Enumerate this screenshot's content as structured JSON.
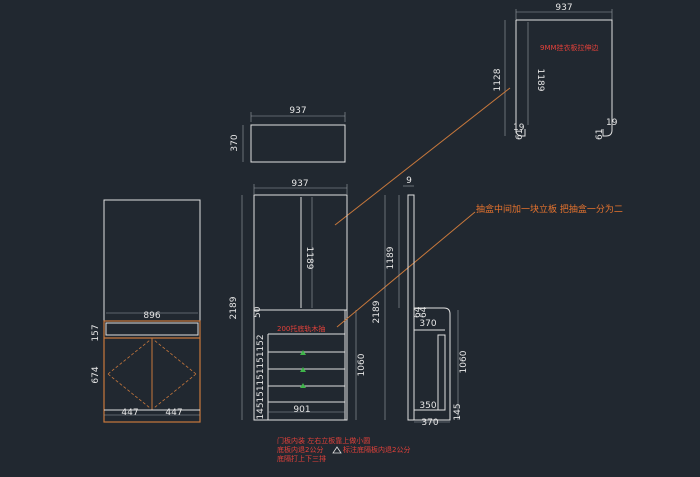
{
  "drawing": {
    "colors": {
      "background": "#212830",
      "line": "#e0e0e0",
      "wood": "#c8783c",
      "annotation_red": "#e2413a",
      "annotation_orange": "#e8742e",
      "marker_green": "#3fb54a"
    },
    "top_right_panel": {
      "width": "937",
      "outer_height": "1128",
      "inner_height": "1189",
      "left_offset": "19",
      "right_offset": "19",
      "left_small": "61",
      "right_small": "61",
      "note": "9MM挂衣板拉伸边"
    },
    "plan_view": {
      "width": "937",
      "depth": "370"
    },
    "left_view": {
      "inner_width": "896",
      "upper_height": "157",
      "door_height": "674",
      "left_door": "447",
      "right_door": "447"
    },
    "front_view": {
      "top_width": "937",
      "upper_height": "1189",
      "total_height": "2189",
      "drawer_zone_top": "50",
      "drawer_heights": [
        "152",
        "151",
        "151",
        "151",
        "145"
      ],
      "lower_height": "1060",
      "bottom_width": "901",
      "drawer_label": "200托底轨木抽"
    },
    "side_view": {
      "thickness": "9",
      "upper_height": "1189",
      "total_height": "2189",
      "top_depth": "370",
      "middle_depth": "350",
      "bottom_depth": "370",
      "lower_height": "1060",
      "base_height": "145",
      "small_top": "64",
      "small_right": "64"
    },
    "annotations": {
      "drawer_divider": "抽盒中间加一块立板    把抽盒一分为二",
      "door_line1": "门板内装    左右立板靠上做小圆",
      "door_line2": "底板内退2公分",
      "door_line3": "标注底隔板内退2公分",
      "door_line4": "底隔打上下三排"
    }
  }
}
